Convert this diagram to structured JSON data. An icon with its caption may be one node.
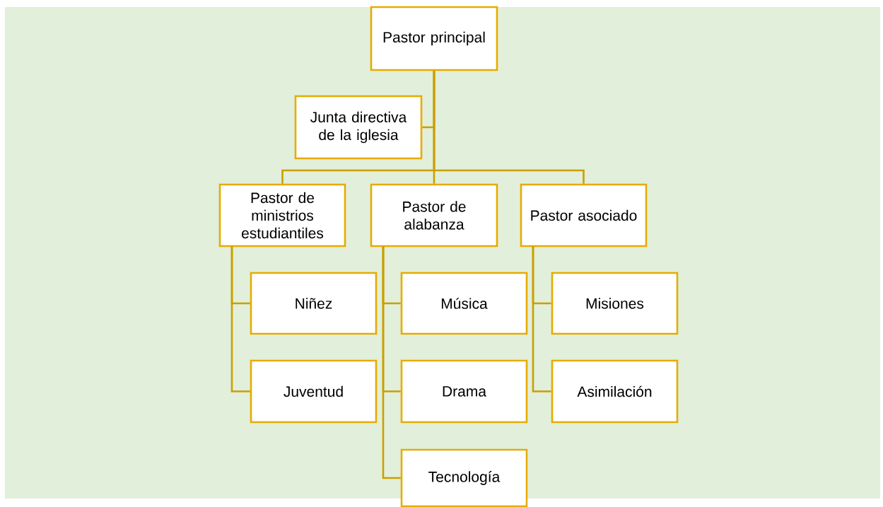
{
  "diagram": {
    "nodes": [
      {
        "text": [
          "Pastor principal"
        ]
      },
      {
        "text": [
          "Junta directiva de la iglesia"
        ]
      },
      {
        "text": [
          "Pastor de ministrios estudiantiles"
        ]
      },
      {
        "text": [
          "Pastor de alabanza"
        ]
      },
      {
        "text": [
          "Pastor asociado"
        ]
      },
      {
        "text": [
          "Niñez"
        ]
      },
      {
        "text": [
          "Juventud"
        ]
      },
      {
        "text": [
          "Música"
        ]
      },
      {
        "text": [
          "Drama"
        ]
      },
      {
        "text": [
          "Tecnología"
        ]
      },
      {
        "text": [
          "Misiones"
        ]
      },
      {
        "text": [
          "Asimilación"
        ]
      }
    ],
    "edges": [
      {
        "from": 0,
        "to": 1,
        "arrow": "none"
      },
      {
        "from": 0,
        "to": 2,
        "arrow": "none"
      },
      {
        "from": 0,
        "to": 3,
        "arrow": "none"
      },
      {
        "from": 0,
        "to": 4,
        "arrow": "none"
      },
      {
        "from": 2,
        "to": 5,
        "arrow": "none"
      },
      {
        "from": 2,
        "to": 6,
        "arrow": "none"
      },
      {
        "from": 3,
        "to": 7,
        "arrow": "none"
      },
      {
        "from": 3,
        "to": 8,
        "arrow": "none"
      },
      {
        "from": 3,
        "to": 9,
        "arrow": "none"
      },
      {
        "from": 4,
        "to": 10,
        "arrow": "none"
      },
      {
        "from": 4,
        "to": 11,
        "arrow": "none"
      }
    ]
  }
}
